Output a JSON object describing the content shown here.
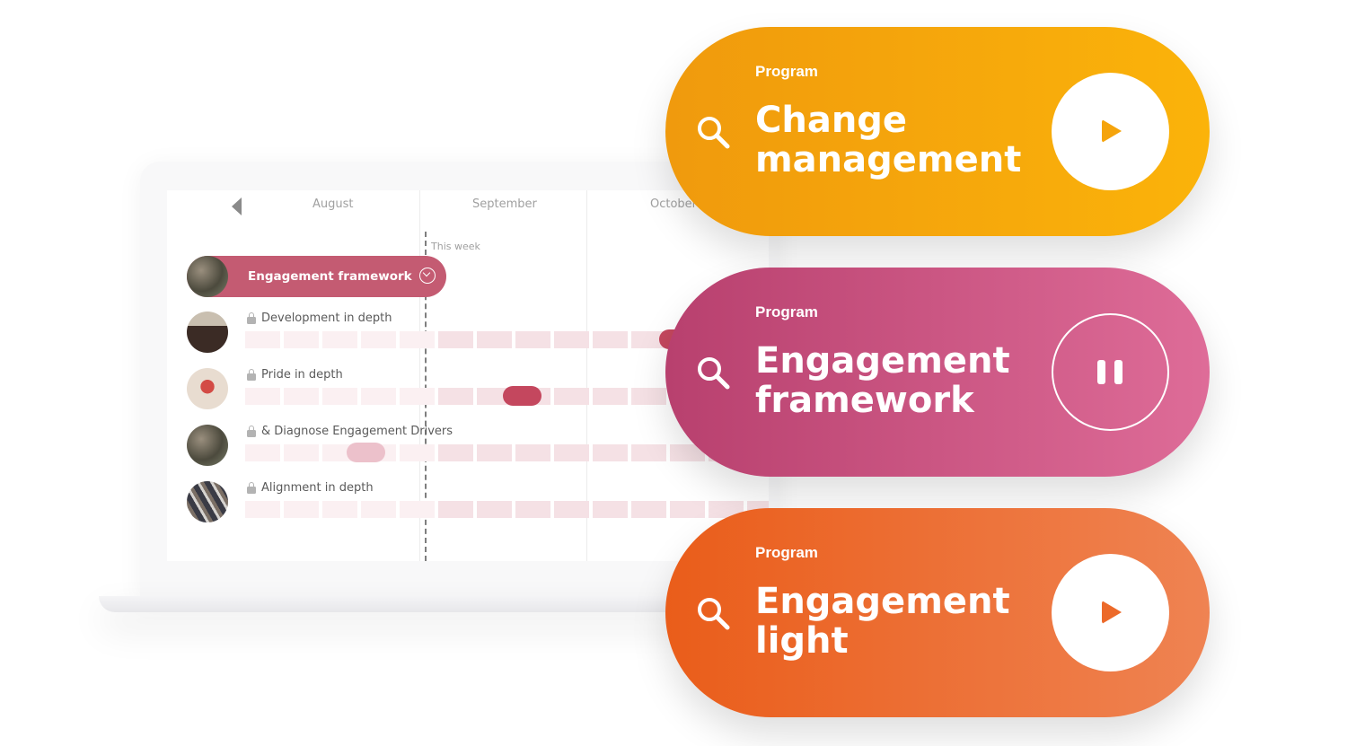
{
  "timeline": {
    "months": [
      "August",
      "September",
      "October"
    ],
    "this_week_label": "This week",
    "active_row": {
      "label": "Engagement framework"
    },
    "rows": [
      {
        "label": "Development in depth",
        "locked": true
      },
      {
        "label": "Pride in depth",
        "locked": true
      },
      {
        "label": "& Diagnose Engagement Drivers",
        "locked": true
      },
      {
        "label": "Alignment in depth",
        "locked": true
      }
    ]
  },
  "programs": [
    {
      "kicker": "Program",
      "title": "Change management",
      "state": "play",
      "icon": "search-icon",
      "accent": "#f5a40c",
      "control_color": "#f5a40c"
    },
    {
      "kicker": "Program",
      "title": "Engagement framework",
      "state": "pause",
      "icon": "search-icon",
      "accent": "#c9507f"
    },
    {
      "kicker": "Program",
      "title": "Engagement light",
      "state": "play",
      "icon": "search-icon",
      "accent": "#ec6a2a",
      "control_color": "#ec6a2a"
    }
  ],
  "colors": {
    "active_pill": "#c45b72",
    "cell": "#f5e1e5",
    "cell_light": "#fbf0f2",
    "blip_dark": "#c4475e",
    "blip_light": "#ecc1cb"
  }
}
